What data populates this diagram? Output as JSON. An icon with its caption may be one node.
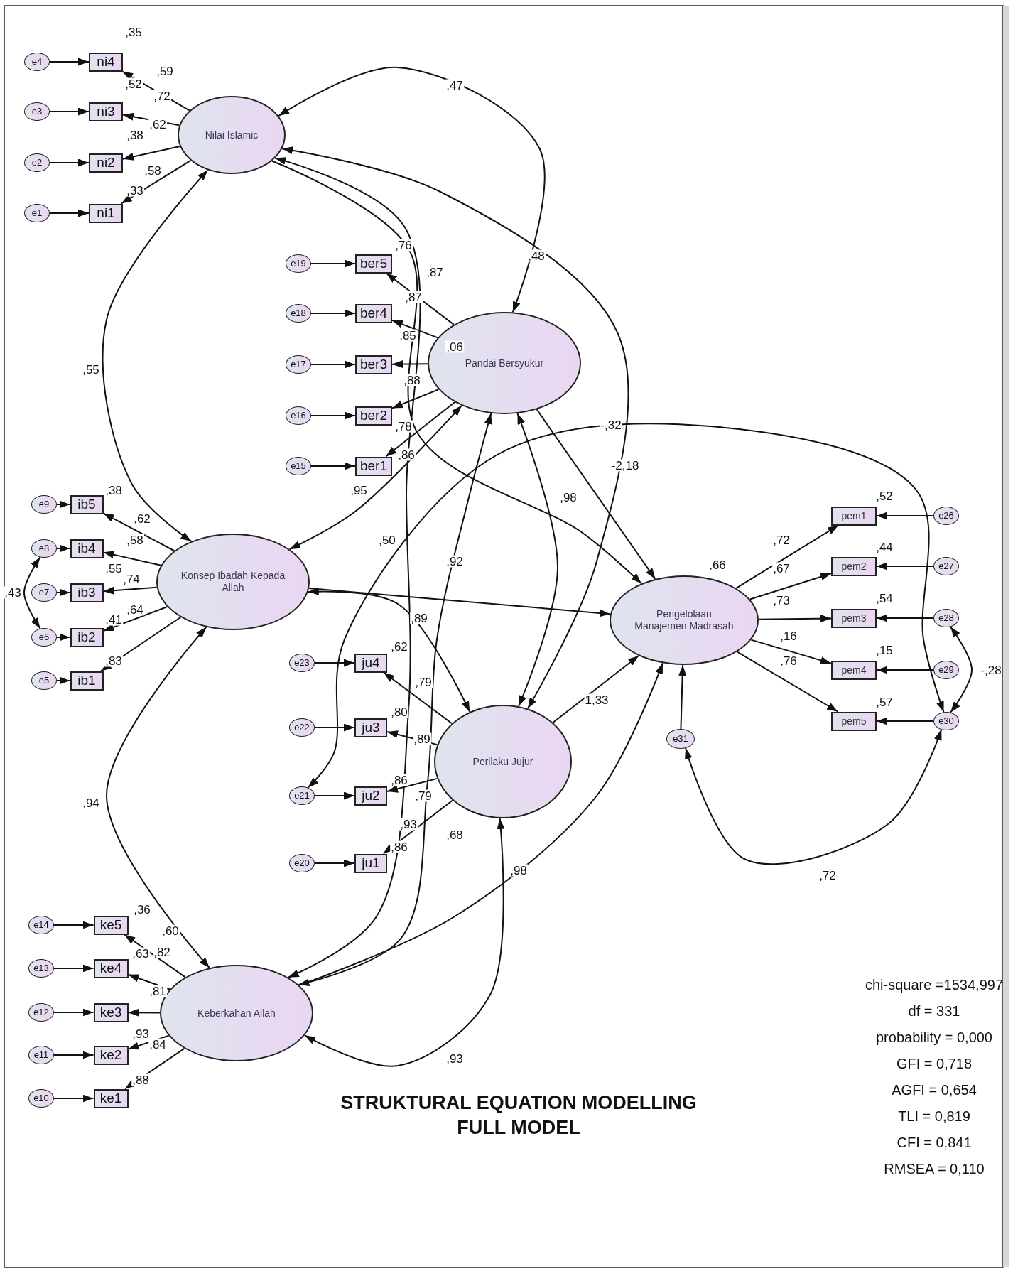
{
  "diagram": {
    "title": "STRUKTURAL EQUATION MODELLING FULL MODEL",
    "nodes": [
      {
        "text": [
          "Nilai Islamic"
        ]
      },
      {
        "text": [
          "ni4"
        ]
      },
      {
        "text": [
          "ni3"
        ]
      },
      {
        "text": [
          "ni2"
        ]
      },
      {
        "text": [
          "ni1"
        ]
      },
      {
        "text": [
          "e4"
        ]
      },
      {
        "text": [
          "e3"
        ]
      },
      {
        "text": [
          "e2"
        ]
      },
      {
        "text": [
          "e1"
        ]
      },
      {
        "text": [
          "Pandai Bersyukur"
        ]
      },
      {
        "text": [
          "ber5"
        ]
      },
      {
        "text": [
          "ber4"
        ]
      },
      {
        "text": [
          "ber3"
        ]
      },
      {
        "text": [
          "ber2"
        ]
      },
      {
        "text": [
          "ber1"
        ]
      },
      {
        "text": [
          "e19"
        ]
      },
      {
        "text": [
          "e18"
        ]
      },
      {
        "text": [
          "e17"
        ]
      },
      {
        "text": [
          "e16"
        ]
      },
      {
        "text": [
          "e15"
        ]
      },
      {
        "text": [
          "Konsep Ibadah Kepada Allah"
        ]
      },
      {
        "text": [
          "ib5"
        ]
      },
      {
        "text": [
          "ib4"
        ]
      },
      {
        "text": [
          "ib3"
        ]
      },
      {
        "text": [
          "ib2"
        ]
      },
      {
        "text": [
          "ib1"
        ]
      },
      {
        "text": [
          "e9"
        ]
      },
      {
        "text": [
          "e8"
        ]
      },
      {
        "text": [
          "e7"
        ]
      },
      {
        "text": [
          "e6"
        ]
      },
      {
        "text": [
          "e5"
        ]
      },
      {
        "text": [
          "Pengelolaan Manajemen Madrasah"
        ],
        "beside": [
          ",66"
        ]
      },
      {
        "text": [
          "pem1"
        ]
      },
      {
        "text": [
          "pem2"
        ]
      },
      {
        "text": [
          "pem3"
        ]
      },
      {
        "text": [
          "pem4"
        ]
      },
      {
        "text": [
          "pem5"
        ]
      },
      {
        "text": [
          "e26"
        ]
      },
      {
        "text": [
          "e27"
        ]
      },
      {
        "text": [
          "e28"
        ]
      },
      {
        "text": [
          "e29"
        ]
      },
      {
        "text": [
          "e30"
        ]
      },
      {
        "text": [
          "e31"
        ]
      },
      {
        "text": [
          "Perilaku Jujur"
        ]
      },
      {
        "text": [
          "ju4"
        ]
      },
      {
        "text": [
          "ju3"
        ]
      },
      {
        "text": [
          "ju2"
        ]
      },
      {
        "text": [
          "ju1"
        ]
      },
      {
        "text": [
          "e23"
        ]
      },
      {
        "text": [
          "e22"
        ]
      },
      {
        "text": [
          "e21"
        ]
      },
      {
        "text": [
          "e20"
        ]
      },
      {
        "text": [
          "Keberkahan Allah"
        ]
      },
      {
        "text": [
          "ke5"
        ]
      },
      {
        "text": [
          "ke4"
        ]
      },
      {
        "text": [
          "ke3"
        ]
      },
      {
        "text": [
          "ke2"
        ]
      },
      {
        "text": [
          "ke1"
        ]
      },
      {
        "text": [
          "e14"
        ]
      },
      {
        "text": [
          "e13"
        ]
      },
      {
        "text": [
          "e12"
        ]
      },
      {
        "text": [
          "e11"
        ]
      },
      {
        "text": [
          "e10"
        ]
      }
    ],
    "edges": [
      {
        "from": 5,
        "to": 1,
        "arrow": "to"
      },
      {
        "from": 6,
        "to": 2,
        "arrow": "to"
      },
      {
        "from": 7,
        "to": 3,
        "arrow": "to"
      },
      {
        "from": 8,
        "to": 4,
        "arrow": "to"
      },
      {
        "from": 0,
        "to": 1,
        "arrow": "to"
      },
      {
        "from": 0,
        "to": 2,
        "arrow": "to"
      },
      {
        "from": 0,
        "to": 3,
        "arrow": "to"
      },
      {
        "from": 0,
        "to": 4,
        "arrow": "to"
      },
      {
        "from": 15,
        "to": 10,
        "arrow": "to"
      },
      {
        "from": 16,
        "to": 11,
        "arrow": "to"
      },
      {
        "from": 17,
        "to": 12,
        "arrow": "to"
      },
      {
        "from": 18,
        "to": 13,
        "arrow": "to"
      },
      {
        "from": 19,
        "to": 14,
        "arrow": "to"
      },
      {
        "from": 9,
        "to": 10,
        "arrow": "to"
      },
      {
        "from": 9,
        "to": 11,
        "arrow": "to"
      },
      {
        "from": 9,
        "to": 12,
        "arrow": "to"
      },
      {
        "from": 9,
        "to": 13,
        "arrow": "to"
      },
      {
        "from": 9,
        "to": 14,
        "arrow": "to"
      },
      {
        "from": 26,
        "to": 21,
        "arrow": "to"
      },
      {
        "from": 27,
        "to": 22,
        "arrow": "to"
      },
      {
        "from": 28,
        "to": 23,
        "arrow": "to"
      },
      {
        "from": 29,
        "to": 24,
        "arrow": "to"
      },
      {
        "from": 30,
        "to": 25,
        "arrow": "to"
      },
      {
        "from": 20,
        "to": 21,
        "arrow": "to"
      },
      {
        "from": 20,
        "to": 22,
        "arrow": "to"
      },
      {
        "from": 20,
        "to": 23,
        "arrow": "to"
      },
      {
        "from": 20,
        "to": 24,
        "arrow": "to"
      },
      {
        "from": 20,
        "to": 25,
        "arrow": "to"
      },
      {
        "from": 37,
        "to": 32,
        "arrow": "to"
      },
      {
        "from": 38,
        "to": 33,
        "arrow": "to"
      },
      {
        "from": 39,
        "to": 34,
        "arrow": "to"
      },
      {
        "from": 40,
        "to": 35,
        "arrow": "to"
      },
      {
        "from": 41,
        "to": 36,
        "arrow": "to"
      },
      {
        "from": 31,
        "to": 32,
        "arrow": "to"
      },
      {
        "from": 31,
        "to": 33,
        "arrow": "to"
      },
      {
        "from": 31,
        "to": 34,
        "arrow": "to"
      },
      {
        "from": 31,
        "to": 35,
        "arrow": "to"
      },
      {
        "from": 31,
        "to": 36,
        "arrow": "to"
      },
      {
        "from": 48,
        "to": 44,
        "arrow": "to"
      },
      {
        "from": 49,
        "to": 45,
        "arrow": "to"
      },
      {
        "from": 50,
        "to": 46,
        "arrow": "to"
      },
      {
        "from": 51,
        "to": 47,
        "arrow": "to"
      },
      {
        "from": 43,
        "to": 44,
        "arrow": "to"
      },
      {
        "from": 43,
        "to": 45,
        "arrow": "to"
      },
      {
        "from": 43,
        "to": 46,
        "arrow": "to"
      },
      {
        "from": 43,
        "to": 47,
        "arrow": "to"
      },
      {
        "from": 58,
        "to": 53,
        "arrow": "to"
      },
      {
        "from": 59,
        "to": 54,
        "arrow": "to"
      },
      {
        "from": 60,
        "to": 55,
        "arrow": "to"
      },
      {
        "from": 61,
        "to": 56,
        "arrow": "to"
      },
      {
        "from": 62,
        "to": 57,
        "arrow": "to"
      },
      {
        "from": 52,
        "to": 53,
        "arrow": "to"
      },
      {
        "from": 52,
        "to": 54,
        "arrow": "to"
      },
      {
        "from": 52,
        "to": 55,
        "arrow": "to"
      },
      {
        "from": 52,
        "to": 56,
        "arrow": "to"
      },
      {
        "from": 52,
        "to": 57,
        "arrow": "to"
      },
      {
        "from": 0,
        "to": 31,
        "arrow": "to"
      },
      {
        "from": 9,
        "to": 31,
        "arrow": "to"
      },
      {
        "from": 20,
        "to": 31,
        "arrow": "to"
      },
      {
        "from": 43,
        "to": 31,
        "arrow": "to"
      },
      {
        "from": 52,
        "to": 31,
        "arrow": "to"
      },
      {
        "from": 42,
        "to": 31,
        "arrow": "to"
      },
      {
        "from": 0,
        "to": 9,
        "arrow": "both"
      },
      {
        "from": 0,
        "to": 20,
        "arrow": "both"
      },
      {
        "from": 0,
        "to": 43,
        "arrow": "both"
      },
      {
        "from": 0,
        "to": 52,
        "arrow": "both"
      },
      {
        "from": 9,
        "to": 20,
        "arrow": "both"
      },
      {
        "from": 9,
        "to": 43,
        "arrow": "both"
      },
      {
        "from": 9,
        "to": 52,
        "arrow": "both"
      },
      {
        "from": 20,
        "to": 43,
        "arrow": "both"
      },
      {
        "from": 20,
        "to": 52,
        "arrow": "both"
      },
      {
        "from": 43,
        "to": 52,
        "arrow": "both"
      },
      {
        "from": 27,
        "to": 29,
        "arrow": "both"
      },
      {
        "from": 50,
        "to": 41,
        "arrow": "both"
      },
      {
        "from": 39,
        "to": 41,
        "arrow": "both"
      },
      {
        "from": 42,
        "to": 41,
        "arrow": "both"
      }
    ],
    "labels": [
      ",35",
      ",59",
      ",52",
      ",72",
      ",38",
      ",62",
      ",58",
      ",33",
      ",47",
      ",76",
      ",87",
      ",87",
      ",85",
      ",88",
      ",78",
      ",86",
      ",06",
      ",48",
      ",95",
      ",55",
      "-,32",
      "-2,18",
      ",98",
      ",38",
      ",62",
      ",58",
      ",55",
      ",74",
      ",41",
      ",64",
      ",83",
      ",43",
      ",92",
      ",50",
      ",72",
      ",52",
      ",67",
      ",44",
      ",73",
      ",54",
      ",16",
      ",15",
      ",76",
      "-,28",
      ",57",
      ",89",
      ",62",
      ",79",
      ",80",
      ",89",
      ",86",
      ",79",
      ",93",
      ",86",
      ",68",
      "1,33",
      ",94",
      ",36",
      ",60",
      ",82",
      ",63",
      ",81",
      ",93",
      ",84",
      ",88",
      ",98",
      ",93",
      ",72",
      "chi-square =1534,997",
      "df = 331",
      "probability = 0,000",
      "GFI = 0,718",
      "AGFI = 0,654",
      "TLI = 0,819",
      "CFI = 0,841",
      "RMSEA = 0,110"
    ]
  }
}
